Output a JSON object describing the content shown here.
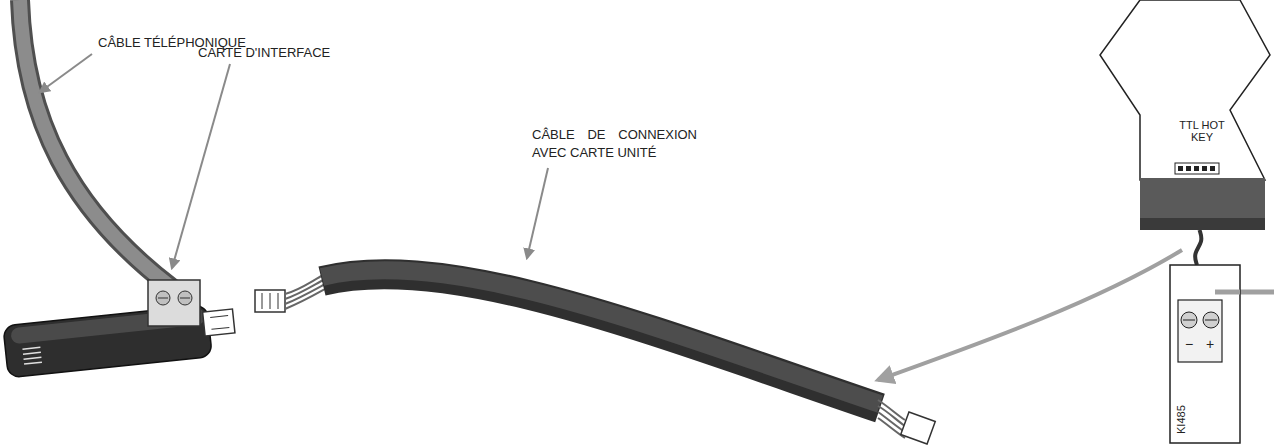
{
  "diagram": {
    "nodes": [
      {
        "text": [
          "TTL HOT KEY"
        ]
      },
      {
        "text": [
          "−",
          "+",
          "KI485"
        ]
      }
    ],
    "edges": [
      {
        "from": 0,
        "to": 1,
        "arrow": "none"
      }
    ],
    "labels": [
      "CÂBLE TÉLÉPHONIQUE",
      "CARTE D'INTERFACE",
      "CÂBLE DE CONNEXION AVEC CARTE UNITÉ"
    ]
  }
}
